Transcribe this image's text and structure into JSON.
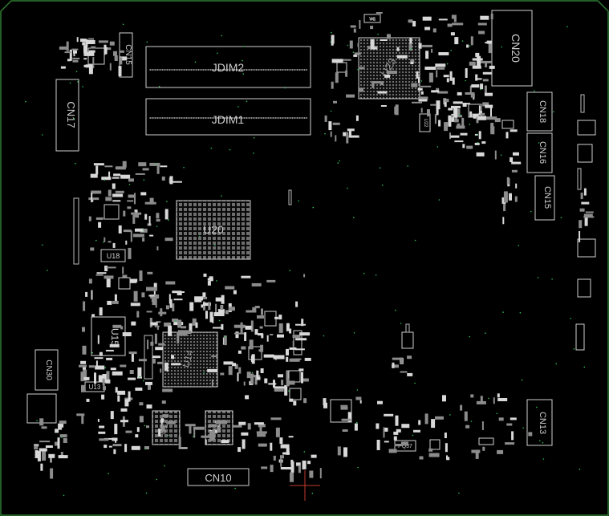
{
  "board": {
    "outline_color": "#2e7d32",
    "part_color": "#d8d8d8",
    "pad_color": "#8c8c8c",
    "via_color": "#2fbf5a",
    "background": "#000000"
  },
  "connectors": {
    "jdim2": "JDIM2",
    "jdim1": "JDIM1",
    "cn15_top": "CN15",
    "cn17": "CN17",
    "cn20": "CN20",
    "cn18": "CN18",
    "cn16": "CN16",
    "cn15_right": "CN15",
    "cn30": "CN30",
    "cn13": "CN13",
    "cn10": "CN10"
  },
  "chips": {
    "u23": "U23",
    "u20": "U20",
    "u14": "U14",
    "u15": "U15",
    "u18": "U18",
    "u13": "U13",
    "u12": "U12",
    "u11": "U11",
    "y6": "Y6",
    "u22": "U22",
    "pq37": "PQ37"
  }
}
